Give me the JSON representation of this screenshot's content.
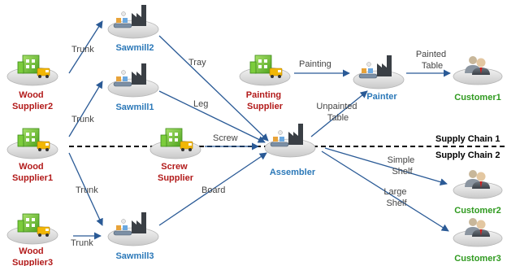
{
  "colors": {
    "supplier": "#b21a1a",
    "factory": "#2b78b8",
    "customer": "#2f9a1f",
    "edge": "#2a5a96",
    "edge_label": "#444444"
  },
  "nodes": {
    "wood_supplier2": {
      "line1": "Wood",
      "line2": "Supplier2",
      "icon": "building-truck-icon"
    },
    "wood_supplier1": {
      "line1": "Wood",
      "line2": "Supplier1",
      "icon": "building-truck-icon"
    },
    "wood_supplier3": {
      "line1": "Wood",
      "line2": "Supplier3",
      "icon": "building-truck-icon"
    },
    "sawmill2": {
      "label": "Sawmill2",
      "icon": "factory-icon"
    },
    "sawmill1": {
      "label": "Sawmill1",
      "icon": "factory-icon"
    },
    "sawmill3": {
      "label": "Sawmill3",
      "icon": "factory-icon"
    },
    "screw_supplier": {
      "line1": "Screw",
      "line2": "Supplier",
      "icon": "building-truck-icon"
    },
    "painting_supplier": {
      "line1": "Painting",
      "line2": "Supplier",
      "icon": "building-truck-icon"
    },
    "painter": {
      "label": "Painter",
      "icon": "factory-icon"
    },
    "assembler": {
      "label": "Assembler",
      "icon": "factory-icon"
    },
    "customer1": {
      "label": "Customer1",
      "icon": "customer-icon"
    },
    "customer2": {
      "label": "Customer2",
      "icon": "customer-icon"
    },
    "customer3": {
      "label": "Customer3",
      "icon": "customer-icon"
    }
  },
  "edges": {
    "trunk_top": "Trunk",
    "trunk_mid": "Trunk",
    "trunk_low": "Trunk",
    "trunk_bottom": "Trunk",
    "tray": "Tray",
    "leg": "Leg",
    "screw": "Screw",
    "board": "Board",
    "painting": "Painting",
    "painted_table": {
      "line1": "Painted",
      "line2": "Table"
    },
    "unpainted_table": {
      "line1": "Unpainted",
      "line2": "Table"
    },
    "simple_shelf": {
      "line1": "Simple",
      "line2": "Shelf"
    },
    "large_shelf": {
      "line1": "Large",
      "line2": "Shelf"
    }
  },
  "supply_chains": {
    "chain1": "Supply Chain 1",
    "chain2": "Supply Chain 2"
  }
}
